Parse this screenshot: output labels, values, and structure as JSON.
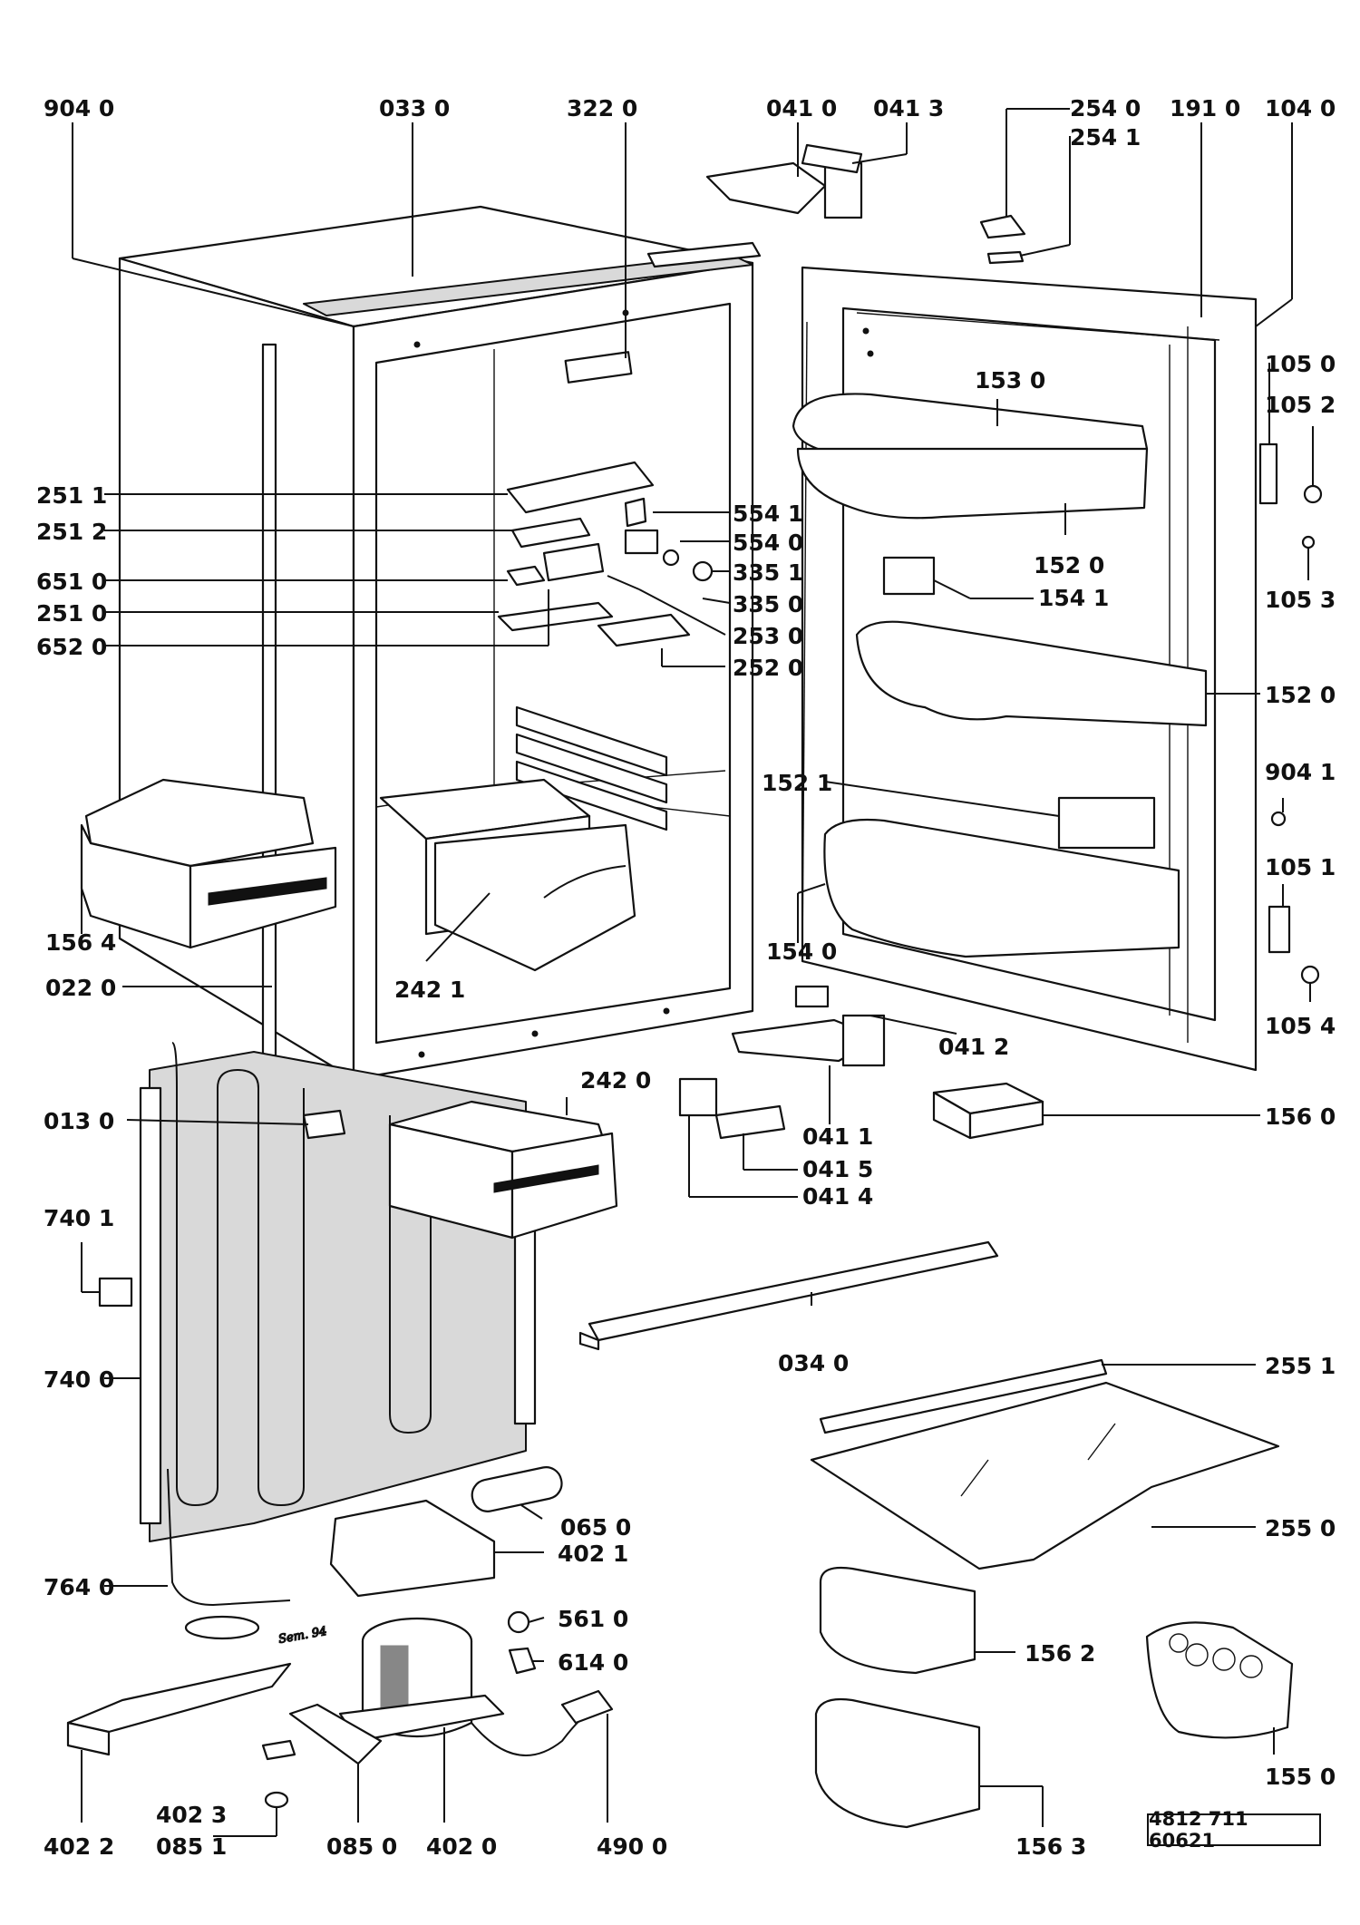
{
  "document_number": "4812 711 60621",
  "handwritten_note": "Sem. 94",
  "labels": {
    "l_9040": "904 0",
    "l_0330": "033 0",
    "l_3220": "322 0",
    "l_0410": "041 0",
    "l_0413": "041 3",
    "l_2540": "254 0",
    "l_2541": "254 1",
    "l_1910": "191 0",
    "l_1040": "104 0",
    "l_1050": "105 0",
    "l_1052": "105 2",
    "l_1053": "105 3",
    "l_1530": "153 0",
    "l_1520a": "152 0",
    "l_1541": "154 1",
    "l_1520b": "152 0",
    "l_9041": "904 1",
    "l_1521": "152 1",
    "l_1051": "105 1",
    "l_1540": "154 0",
    "l_1054": "105 4",
    "l_0412": "041 2",
    "l_0411": "041 1",
    "l_0415": "041 5",
    "l_0414": "041 4",
    "l_1560": "156 0",
    "l_2511": "251 1",
    "l_2512": "251 2",
    "l_6510": "651 0",
    "l_2510": "251 0",
    "l_6520": "652 0",
    "l_5541": "554 1",
    "l_5540": "554 0",
    "l_3351": "335 1",
    "l_3350": "335 0",
    "l_2530": "253 0",
    "l_2520": "252 0",
    "l_1564": "156 4",
    "l_0220": "022 0",
    "l_2421": "242 1",
    "l_2420": "242 0",
    "l_0130": "013 0",
    "l_7401": "740 1",
    "l_7400": "740 0",
    "l_0340": "034 0",
    "l_2551": "255 1",
    "l_2550": "255 0",
    "l_0650": "065 0",
    "l_4021": "402 1",
    "l_7640": "764 0",
    "l_5610": "561 0",
    "l_6140": "614 0",
    "l_1562": "156 2",
    "l_1550": "155 0",
    "l_1563": "156 3",
    "l_4022": "402 2",
    "l_4023": "402 3",
    "l_0851": "085 1",
    "l_0850": "085 0",
    "l_4020": "402 0",
    "l_4900": "490 0"
  }
}
